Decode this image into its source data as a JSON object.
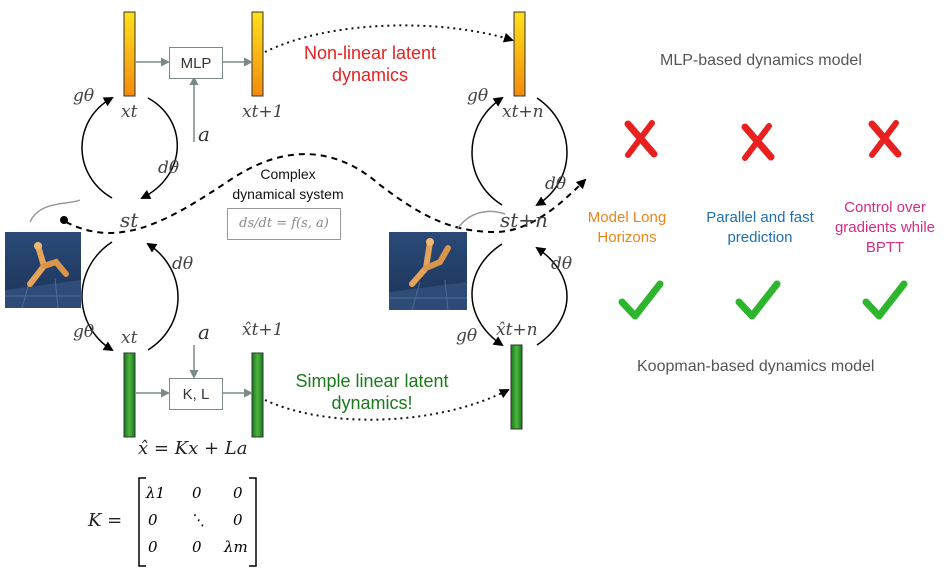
{
  "labels": {
    "mlp_box": "MLP",
    "kl_box": "K, L",
    "nonlinear_title": "Non-linear latent dynamics",
    "linear_title": "Simple linear latent dynamics!",
    "complex_title": "Complex dynamical system",
    "complex_eq": "ds/dt = f(s, a)",
    "koopman_eq": "x̂ = Kx + La",
    "matrix_lhs": "K =",
    "matrix": [
      [
        "λ1",
        "0",
        "0"
      ],
      [
        "0",
        "⋱",
        "0"
      ],
      [
        "0",
        "0",
        "λm"
      ]
    ],
    "mlp_heading": "MLP-based dynamics model",
    "koopman_heading": "Koopman-based dynamics model"
  },
  "math": {
    "g_theta": "gθ",
    "d_theta": "dθ",
    "x_t": "xt",
    "x_t1": "xt+1",
    "x_tn": "xt+n",
    "xhat_t1": "x̂t+1",
    "xhat_tn": "x̂t+n",
    "s_t": "st",
    "s_tn": "st+n",
    "action": "a"
  },
  "advantages": [
    {
      "label": "Model Long Horizons",
      "color": "#e8851c",
      "mlp": "cross",
      "koopman": "check"
    },
    {
      "label": "Parallel and fast prediction",
      "color": "#1f6fb3",
      "mlp": "cross",
      "koopman": "check"
    },
    {
      "label": "Control over gradients while BPTT",
      "color": "#d62a86",
      "mlp": "cross",
      "koopman": "check"
    }
  ],
  "colors": {
    "latent_bar_top": "#ffe11a",
    "latent_bar_bottom": "#f28b0c",
    "koopman_bar_dark": "#127a1a",
    "koopman_bar_light": "#9fdc8a",
    "nonlinear_text": "#e32222",
    "linear_text": "#1c7a1c",
    "cross": "#e82020",
    "check": "#2db52d"
  },
  "icons": [
    "cross-icon",
    "check-icon",
    "robot-walker-image"
  ]
}
